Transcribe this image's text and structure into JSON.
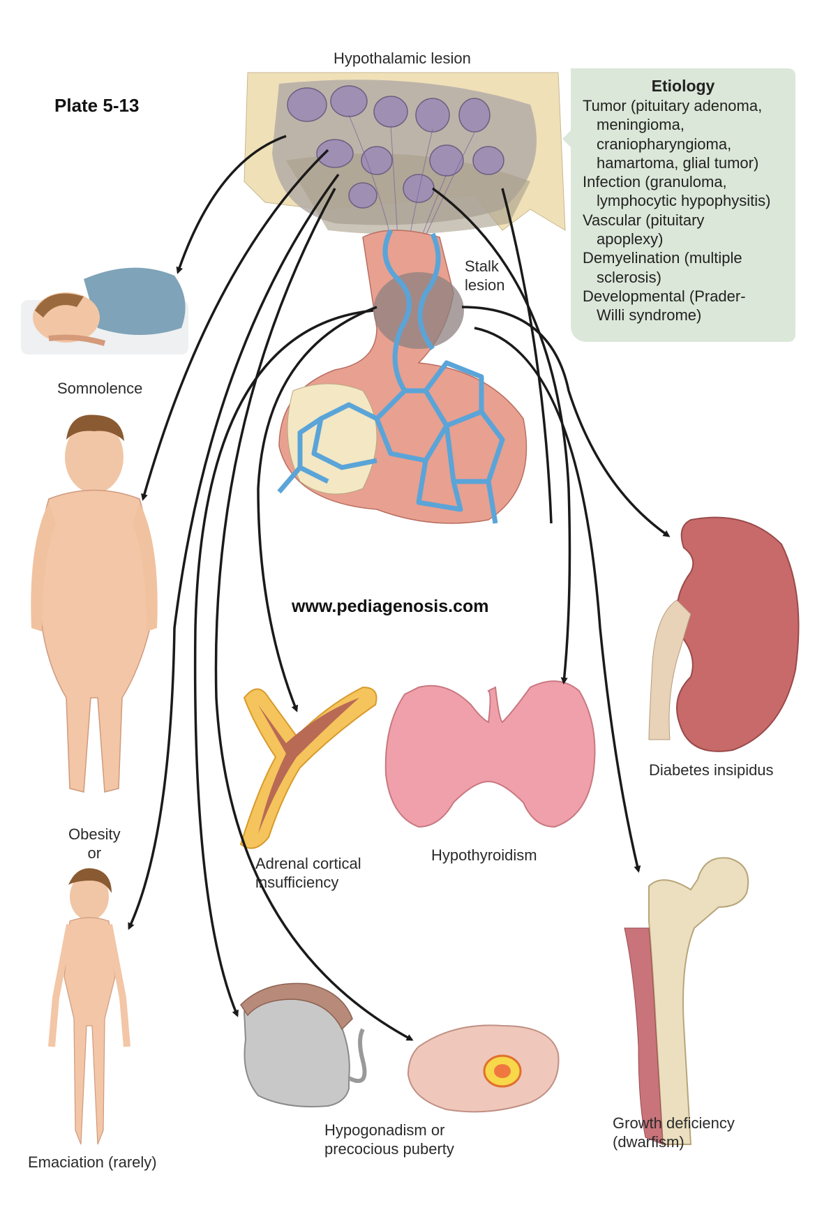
{
  "plate": "Plate 5-13",
  "header": {
    "title": "Hypothalamic lesion",
    "stalk_label": "Stalk\nlesion"
  },
  "etiology": {
    "title": "Etiology",
    "items": [
      "Tumor (pituitary adenoma,\nmeningioma,\ncraniopharyngioma,\nhamartoma, glial tumor)",
      "Infection (granuloma,\nlymphocytic hypophysitis)",
      "Vascular (pituitary\napoplexy)",
      "Demyelination (multiple\nsclerosis)",
      "Developmental (Prader-\nWilli syndrome)"
    ]
  },
  "watermark": "www.pediagenosis.com",
  "outcomes": {
    "somnolence": "Somnolence",
    "obesity": "Obesity\nor",
    "emaciation": "Emaciation (rarely)",
    "adrenal": "Adrenal cortical\ninsufficiency",
    "hypothyroidism": "Hypothyroidism",
    "diabetes": "Diabetes insipidus",
    "hypogonadism": "Hypogonadism or\nprecocious puberty",
    "growth": "Growth deficiency\n(dwarfism)"
  },
  "colors": {
    "hypothalamus": "#efe0b8",
    "neurons": "#8a7a9a",
    "vessels": "#5aa4d8",
    "pituitary": "#e8a090",
    "arrow": "#1a1a1a",
    "etiology_bg": "#dbe7d8"
  }
}
